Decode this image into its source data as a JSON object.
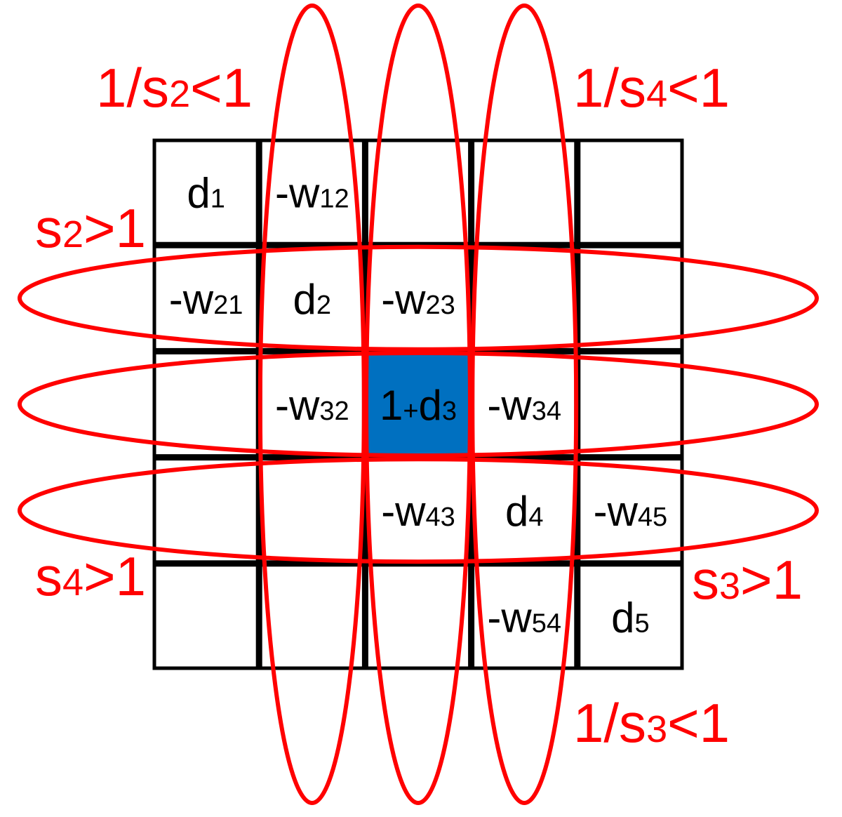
{
  "colors": {
    "grid_line": "#000000",
    "ellipse": "#ff0000",
    "label": "#ff0000",
    "highlight_fill": "#0070c0",
    "cell_text": "#000000"
  },
  "matrix": {
    "cells": [
      {
        "row": 0,
        "col": 0,
        "base": "d",
        "sub": "1"
      },
      {
        "row": 0,
        "col": 1,
        "base": "-w",
        "sub": "12"
      },
      {
        "row": 1,
        "col": 0,
        "base": "-w",
        "sub": "21"
      },
      {
        "row": 1,
        "col": 1,
        "base": "d",
        "sub": "2"
      },
      {
        "row": 1,
        "col": 2,
        "base": "-w",
        "sub": "23"
      },
      {
        "row": 2,
        "col": 1,
        "base": "-w",
        "sub": "32"
      },
      {
        "row": 2,
        "col": 2,
        "base": "1+d",
        "sub": "3",
        "highlight": true
      },
      {
        "row": 2,
        "col": 3,
        "base": "-w",
        "sub": "34"
      },
      {
        "row": 3,
        "col": 2,
        "base": "-w",
        "sub": "43"
      },
      {
        "row": 3,
        "col": 3,
        "base": "d",
        "sub": "4"
      },
      {
        "row": 3,
        "col": 4,
        "base": "-w",
        "sub": "45"
      },
      {
        "row": 4,
        "col": 3,
        "base": "-w",
        "sub": "54"
      },
      {
        "row": 4,
        "col": 4,
        "base": "d",
        "sub": "5"
      }
    ]
  },
  "labels": {
    "top_left": {
      "prefix": "1/s",
      "sub": "2",
      "suffix": "<1"
    },
    "top_right": {
      "prefix": "1/s",
      "sub": "4",
      "suffix": "<1"
    },
    "left_upper": {
      "prefix": "s",
      "sub": "2",
      "suffix": ">1"
    },
    "left_lower": {
      "prefix": "s",
      "sub": "4",
      "suffix": ">1"
    },
    "right_lower": {
      "prefix": "s",
      "sub": "3",
      "suffix": ">1"
    },
    "bottom_right": {
      "prefix": "1/s",
      "sub": "3",
      "suffix": "<1"
    }
  }
}
